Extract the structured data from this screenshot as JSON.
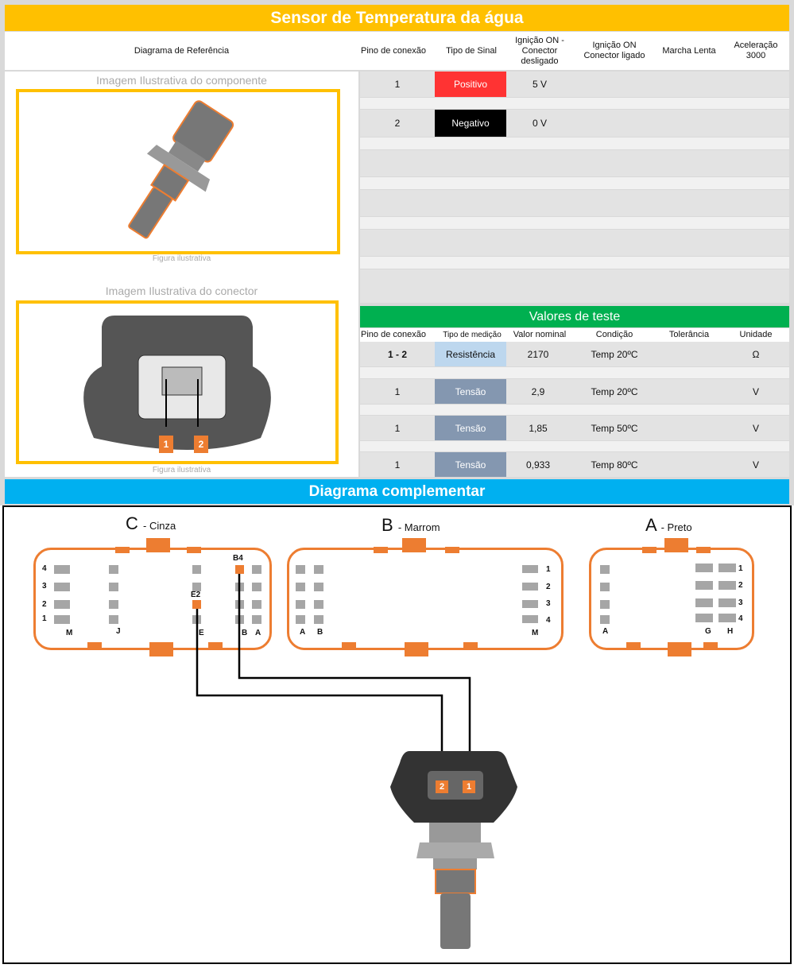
{
  "title": "Sensor de Temperatura da água",
  "headers": {
    "diagram": "Diagrama de Referência",
    "pin": "Pino de conexão",
    "signal": "Tipo de Sinal",
    "ign_off": "Ignição ON - Conector desligado",
    "ign_on": "Ignição ON Conector ligado",
    "idle": "Marcha Lenta",
    "accel": "Aceleração 3000"
  },
  "signals": [
    {
      "pin": "1",
      "type": "Positivo",
      "color": "#FF3333",
      "ign_off": "5 V"
    },
    {
      "pin": "2",
      "type": "Negativo",
      "color": "#000000",
      "ign_off": "0 V"
    }
  ],
  "left": {
    "component_caption": "Imagem Ilustrativa do componente",
    "figure1": "Figura ilustrativa",
    "connector_caption": "Imagem Ilustrativa do conector",
    "figure2": "Figura ilustrativa",
    "pin1": "1",
    "pin2": "2"
  },
  "tests": {
    "title": "Valores de teste",
    "headers": {
      "pin": "Pino de conexão",
      "type": "Tipo de medição",
      "nominal": "Valor nominal",
      "condition": "Condição",
      "tolerance": "Tolerância",
      "unit": "Unidade"
    },
    "rows": [
      {
        "pin": "1 - 2",
        "type": "Resistência",
        "nominal": "2170",
        "condition": "Temp 20ºC",
        "unit": "Ω"
      },
      {
        "pin": "1",
        "type": "Tensão",
        "nominal": "2,9",
        "condition": "Temp 20ºC",
        "unit": "V"
      },
      {
        "pin": "1",
        "type": "Tensão",
        "nominal": "1,85",
        "condition": "Temp 50ºC",
        "unit": "V"
      },
      {
        "pin": "1",
        "type": "Tensão",
        "nominal": "0,933",
        "condition": "Temp 80ºC",
        "unit": "V"
      }
    ]
  },
  "complementary": {
    "title": "Diagrama complementar",
    "C": {
      "letter": "C",
      "name": "- Cinza",
      "b4": "B4",
      "e2": "E2",
      "rows": [
        "4",
        "3",
        "2",
        "1"
      ],
      "cols": [
        "M",
        "J",
        "E",
        "B",
        "A"
      ]
    },
    "B": {
      "letter": "B",
      "name": "- Marrom",
      "rows": [
        "1",
        "2",
        "3",
        "4"
      ],
      "cols": [
        "A",
        "B",
        "M"
      ]
    },
    "A": {
      "letter": "A",
      "name": "- Preto",
      "rows": [
        "1",
        "2",
        "3",
        "4"
      ],
      "cols": [
        "A",
        "G",
        "H"
      ]
    },
    "sensor_pin1": "1",
    "sensor_pin2": "2"
  },
  "colors": {
    "yellow": "#FFC000",
    "green": "#00B050",
    "blue": "#00B0F0",
    "orange": "#ED7D31"
  }
}
